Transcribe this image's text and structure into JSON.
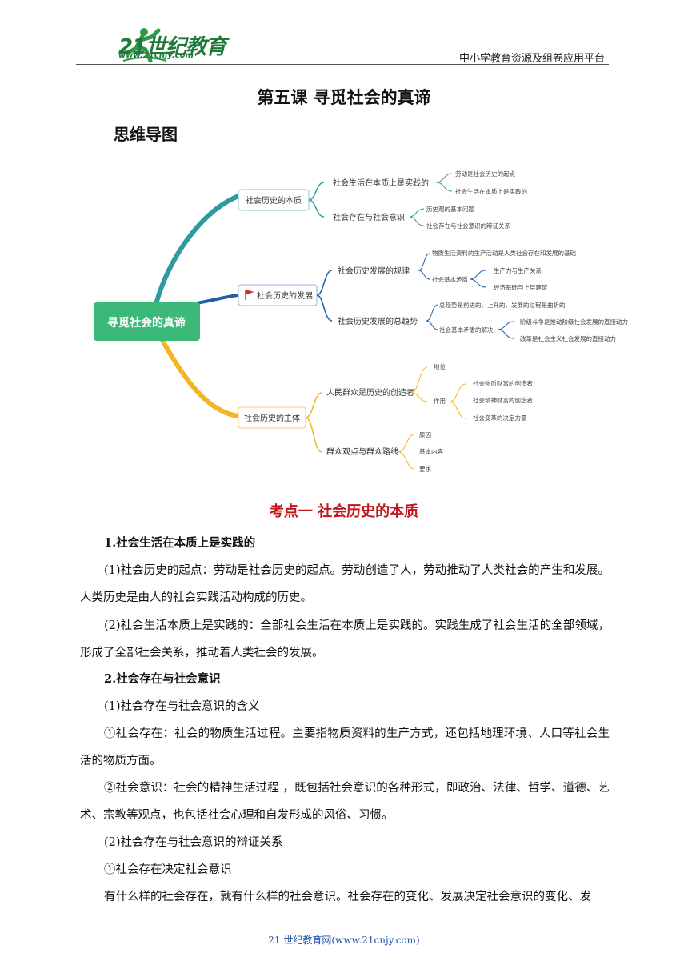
{
  "header": {
    "logo_text": "21世纪教育",
    "logo_url": "www.21cnjy.com",
    "right_text": "中小学教育资源及组卷应用平台"
  },
  "title": "第五课  寻觅社会的真谛",
  "subtitle": "思维导图",
  "mindmap": {
    "root": "寻觅社会的真谛",
    "branches": [
      {
        "label": "社会历史的本质",
        "children": [
          {
            "label": "社会生活在本质上是实践的",
            "children": [
              "劳动是社会历史的起点",
              "社会生活在本质上是实践的"
            ]
          },
          {
            "label": "社会存在与社会意识",
            "children": [
              "历史观的基本问题",
              "社会存在与社会意识的辩证关系"
            ]
          }
        ]
      },
      {
        "label": "社会历史的发展",
        "children": [
          {
            "label": "社会历史发展的规律",
            "children": [
              "物质生活资料的生产活动是人类社会存在和发展的基础",
              "社会基本矛盾"
            ],
            "sub": [
              "生产力与生产关系",
              "经济基础与上层建筑"
            ]
          },
          {
            "label": "社会历史发展的总趋势",
            "children": [
              "总趋势是前进的、上升的，发展的过程是曲折的",
              "社会基本矛盾的解决"
            ],
            "sub": [
              "阶级斗争是推动阶级社会发展的直接动力",
              "改革是社会主义社会发展的直接动力"
            ]
          }
        ]
      },
      {
        "label": "社会历史的主体",
        "children": [
          {
            "label": "人民群众是历史的创造者",
            "children": [
              "地位",
              "作用"
            ],
            "sub": [
              "社会物质财富的创造者",
              "社会精神财富的创造者",
              "社会变革的决定力量"
            ]
          },
          {
            "label": "群众观点与群众路线",
            "children": [
              "原因",
              "基本内容",
              "要求"
            ]
          }
        ]
      }
    ]
  },
  "section_title": "考点一  社会历史的本质",
  "paragraphs": [
    "1.社会生活在本质上是实践的",
    "(1)社会历史的起点：劳动是社会历史的起点。劳动创造了人，劳动推动了人类社会的产生和发展。人类历史是由人的社会实践活动构成的历史。",
    "(2)社会生活本质上是实践的：全部社会生活在本质上是实践的。实践生成了社会生活的全部领域，形成了全部社会关系，推动着人类社会的发展。",
    "2.社会存在与社会意识",
    "(1)社会存在与社会意识的含义",
    "①社会存在：社会的物质生活过程。主要指物质资料的生产方式，还包括地理环境、人口等社会生活的物质方面。",
    "②社会意识：社会的精神生活过程 ，既包括社会意识的各种形式，即政治、法律、哲学、道德、艺术、宗教等观点，也包括社会心理和自发形成的风俗、习惯。",
    "(2)社会存在与社会意识的辩证关系",
    "①社会存在决定社会意识",
    "有什么样的社会存在，就有什么样的社会意识。社会存在的变化、发展决定社会意识的变化、发"
  ],
  "footer": "21 世纪教育网(www.21cnjy.com)",
  "colors": {
    "accent_red": "#c0161c",
    "root_green": "#3cb878",
    "branch_teal": "#2f9aa0",
    "branch_blue": "#1f5fa8",
    "branch_yellow": "#f2b624"
  }
}
